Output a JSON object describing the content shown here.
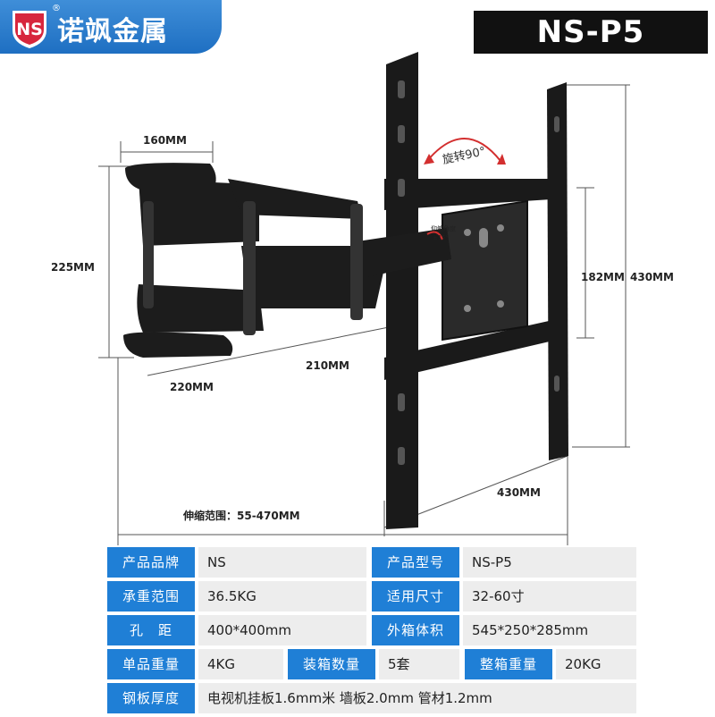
{
  "brand": {
    "name": "诺飒金属",
    "logo_text": "NS",
    "registered": "®"
  },
  "model_title": "NS-P5",
  "dimensions": {
    "top_arm": "160MM",
    "height_left": "225MM",
    "arm_base": "220MM",
    "arm_mid": "210MM",
    "rail_h_182": "182MM",
    "rail_h_430": "430MM",
    "plate_width": "430MM",
    "range": "伸缩范围：55-470MM",
    "rotate": "旋转90°",
    "tilt_line1": "仰俯角度",
    "tilt_line2": "±15°"
  },
  "specs": {
    "brand_label": "产品品牌",
    "brand_value": "NS",
    "model_label": "产品型号",
    "model_value": "NS-P5",
    "load_label": "承重范围",
    "load_value": "36.5KG",
    "size_label": "适用尺寸",
    "size_value": "32-60寸",
    "hole_label": "孔　距",
    "hole_value": "400*400mm",
    "box_label": "外箱体积",
    "box_value": "545*250*285mm",
    "unit_weight_label": "单品重量",
    "unit_weight_value": "4KG",
    "qty_label": "装箱数量",
    "qty_value": "5套",
    "box_weight_label": "整箱重量",
    "box_weight_value": "20KG",
    "thickness_label": "钢板厚度",
    "thickness_value": "电视机挂板1.6mm米 墙板2.0mm 管材1.2mm"
  },
  "colors": {
    "accent": "#1f7fd6",
    "cell_bg": "#ededed",
    "metal": "#1a1a1a"
  }
}
